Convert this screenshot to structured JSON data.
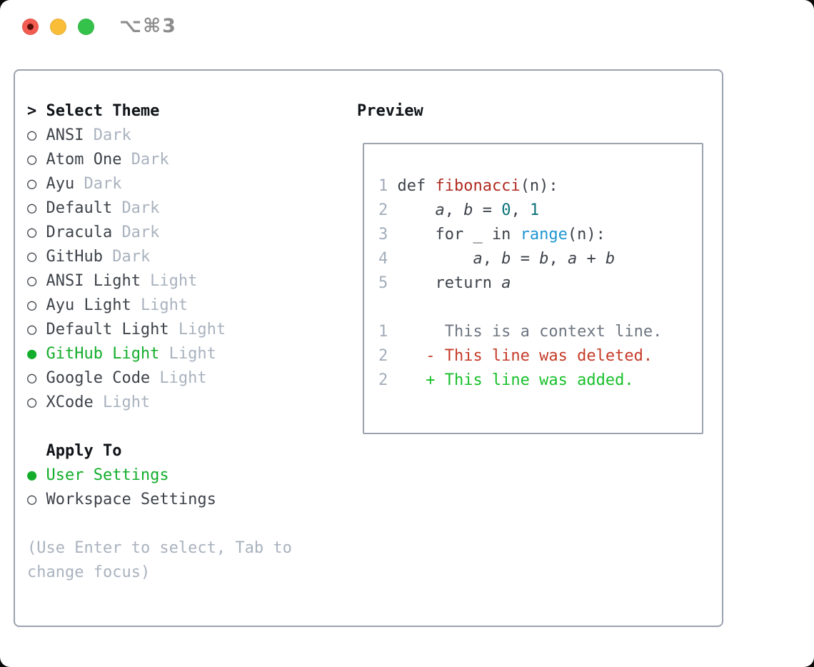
{
  "window": {
    "title": "⌥⌘3"
  },
  "theme_selector": {
    "header": {
      "prefix": ">",
      "label": "Select Theme"
    },
    "items": [
      {
        "bullet": "○",
        "name": "ANSI",
        "variant": "Dark",
        "selected": false
      },
      {
        "bullet": "○",
        "name": "Atom One",
        "variant": "Dark",
        "selected": false
      },
      {
        "bullet": "○",
        "name": "Ayu",
        "variant": "Dark",
        "selected": false
      },
      {
        "bullet": "○",
        "name": "Default",
        "variant": "Dark",
        "selected": false
      },
      {
        "bullet": "○",
        "name": "Dracula",
        "variant": "Dark",
        "selected": false
      },
      {
        "bullet": "○",
        "name": "GitHub",
        "variant": "Dark",
        "selected": false
      },
      {
        "bullet": "○",
        "name": "ANSI Light",
        "variant": "Light",
        "selected": false
      },
      {
        "bullet": "○",
        "name": "Ayu Light",
        "variant": "Light",
        "selected": false
      },
      {
        "bullet": "○",
        "name": "Default Light",
        "variant": "Light",
        "selected": false
      },
      {
        "bullet": "●",
        "name": "GitHub Light",
        "variant": "Light",
        "selected": true
      },
      {
        "bullet": "○",
        "name": "Google Code",
        "variant": "Light",
        "selected": false
      },
      {
        "bullet": "○",
        "name": "XCode",
        "variant": "Light",
        "selected": false
      }
    ]
  },
  "apply_to": {
    "header": "Apply To",
    "options": [
      {
        "bullet": "●",
        "label": "User Settings",
        "selected": true
      },
      {
        "bullet": "○",
        "label": "Workspace Settings",
        "selected": false
      }
    ]
  },
  "help": {
    "line1": "(Use Enter to select, Tab to",
    "line2": "change focus)"
  },
  "preview": {
    "header": "Preview",
    "code_lines": [
      {
        "num": "1",
        "segs": [
          {
            "t": "def "
          },
          {
            "t": "fibonacci"
          },
          {
            "t": "(n):"
          }
        ]
      },
      {
        "num": "2",
        "segs": [
          {
            "t": "    "
          },
          {
            "t": "a"
          },
          {
            "t": ", "
          },
          {
            "t": "b"
          },
          {
            "t": " = "
          },
          {
            "t": "0"
          },
          {
            "t": ", "
          },
          {
            "t": "1"
          }
        ]
      },
      {
        "num": "3",
        "segs": [
          {
            "t": "    for _ in "
          },
          {
            "t": "range"
          },
          {
            "t": "(n):"
          }
        ]
      },
      {
        "num": "4",
        "segs": [
          {
            "t": "        "
          },
          {
            "t": "a"
          },
          {
            "t": ", "
          },
          {
            "t": "b"
          },
          {
            "t": " = "
          },
          {
            "t": "b"
          },
          {
            "t": ", "
          },
          {
            "t": "a"
          },
          {
            "t": " + "
          },
          {
            "t": "b"
          }
        ]
      },
      {
        "num": "5",
        "segs": [
          {
            "t": "    return "
          },
          {
            "t": "a"
          }
        ]
      }
    ],
    "diff_lines": [
      {
        "num": "1",
        "text": "     This is a context line."
      },
      {
        "num": "2",
        "text": "   - This line was deleted."
      },
      {
        "num": "2",
        "text": "   + This line was added."
      }
    ]
  },
  "colors": {
    "selected_green": "#13ad2b",
    "added_green": "#17c02a",
    "deleted_red": "#c43b28",
    "function_red": "#b02a21",
    "literal_teal": "#0b7178",
    "builtin_blue": "#1d95d2",
    "context_gray": "#6e7681",
    "dim_gray": "#a9b2be",
    "line_number_gray": "#a3adba",
    "text_dark": "#3d424a",
    "border_gray": "#99a2ad",
    "traffic_red": "#f35c51",
    "traffic_yellow": "#f9bd38",
    "traffic_green": "#35c24a"
  }
}
